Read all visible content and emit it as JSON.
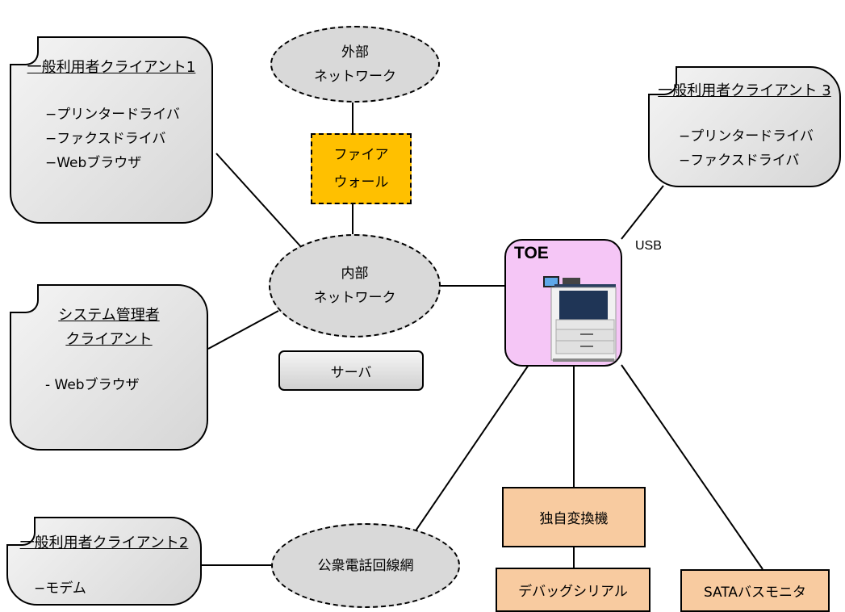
{
  "client1": {
    "title": "一般利用者クライアント1",
    "items": [
      "−プリンタードライバ",
      "−ファクスドライバ",
      "−Webブラウザ"
    ]
  },
  "client3": {
    "title": "一般利用者クライアント 3",
    "items": [
      "−プリンタードライバ",
      "−ファクスドライバ"
    ]
  },
  "admin": {
    "title_line1": "システム管理者",
    "title_line2": "クライアント",
    "items": [
      "- Webブラウザ"
    ]
  },
  "client2": {
    "title": "一般利用者クライアント2",
    "items": [
      "−モデム"
    ]
  },
  "external_network": {
    "line1": "外部",
    "line2": "ネットワーク"
  },
  "firewall": {
    "line1": "ファイア",
    "line2": "ウォール"
  },
  "internal_network": {
    "line1": "内部",
    "line2": "ネットワーク"
  },
  "server": {
    "label": "サーバ"
  },
  "toe": {
    "label": "TOE"
  },
  "usb": {
    "label": "USB"
  },
  "pstn": {
    "label": "公衆電話回線網"
  },
  "converter": {
    "label": "独自変換機"
  },
  "debug_serial": {
    "label": "デバッグシリアル"
  },
  "sata_monitor": {
    "label": "SATAバスモニタ"
  },
  "colors": {
    "firewall": "#ffc000",
    "toe": "#f5c6f6",
    "orange_box": "#f8cba0",
    "cloud": "#d9d9d9"
  }
}
